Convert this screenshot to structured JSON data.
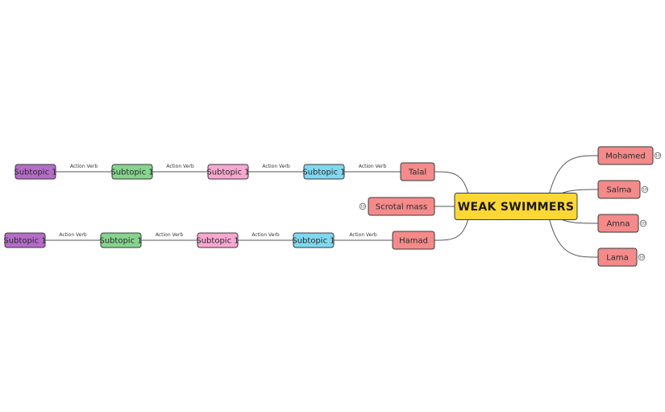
{
  "colors": {
    "central": "#FDD835",
    "main": "#F48A8A",
    "cyan": "#80D8F0",
    "pink": "#F8A8D0",
    "green": "#86D48E",
    "purple": "#B46CC8",
    "line": "#555555"
  },
  "central": {
    "label": "WEAK SWIMMERS"
  },
  "left_branches": [
    {
      "label": "Talal",
      "chain": [
        {
          "label": "Subtopic 1",
          "color": "cyan"
        },
        {
          "label": "Subtopic 1",
          "color": "pink"
        },
        {
          "label": "Subtopic 1",
          "color": "green"
        },
        {
          "label": "Subtopic 1",
          "color": "purple"
        }
      ],
      "connector_labels": [
        "Action Verb",
        "Action Verb",
        "Action Verb",
        "Action Verb"
      ]
    },
    {
      "label": "Scrotal mass",
      "badge": "10"
    },
    {
      "label": "Hamad",
      "chain": [
        {
          "label": "Subtopic 1",
          "color": "cyan"
        },
        {
          "label": "Subtopic 1",
          "color": "pink"
        },
        {
          "label": "Subtopic 1",
          "color": "green"
        },
        {
          "label": "Subtopic 1",
          "color": "purple"
        }
      ],
      "connector_labels": [
        "Action Verb",
        "Action Verb",
        "Action Verb",
        "Action Verb"
      ]
    }
  ],
  "right_branches": [
    {
      "label": "Mohamed",
      "badge": "10"
    },
    {
      "label": "Salma",
      "badge": "10"
    },
    {
      "label": "Amna",
      "badge": "10"
    },
    {
      "label": "Lama",
      "badge": "10"
    }
  ]
}
